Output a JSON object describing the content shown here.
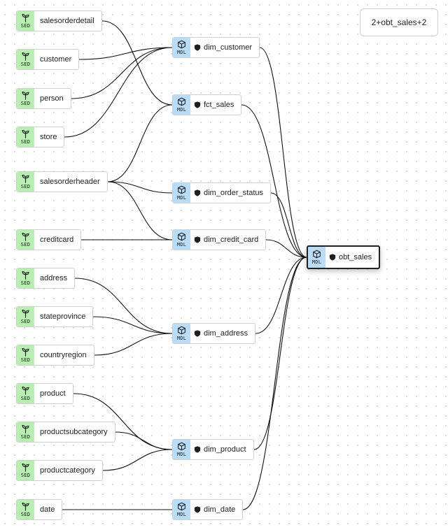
{
  "toolbar": {
    "lineage_filter": "2+obt_sales+2"
  },
  "badges": {
    "seed": "SED",
    "model": "MDL"
  },
  "seeds": [
    {
      "name": "salesorderdetail"
    },
    {
      "name": "customer"
    },
    {
      "name": "person"
    },
    {
      "name": "store"
    },
    {
      "name": "salesorderheader"
    },
    {
      "name": "creditcard"
    },
    {
      "name": "address"
    },
    {
      "name": "stateprovince"
    },
    {
      "name": "countryregion"
    },
    {
      "name": "product"
    },
    {
      "name": "productsubcategory"
    },
    {
      "name": "productcategory"
    },
    {
      "name": "date"
    }
  ],
  "models": [
    {
      "name": "dim_customer"
    },
    {
      "name": "fct_sales"
    },
    {
      "name": "dim_order_status"
    },
    {
      "name": "dim_credit_card"
    },
    {
      "name": "dim_address"
    },
    {
      "name": "dim_product"
    },
    {
      "name": "dim_date"
    }
  ],
  "target": {
    "name": "obt_sales"
  },
  "edges": [
    {
      "from": "salesorderdetail",
      "to": "fct_sales"
    },
    {
      "from": "customer",
      "to": "dim_customer"
    },
    {
      "from": "person",
      "to": "dim_customer"
    },
    {
      "from": "store",
      "to": "dim_customer"
    },
    {
      "from": "salesorderheader",
      "to": "fct_sales"
    },
    {
      "from": "salesorderheader",
      "to": "dim_order_status"
    },
    {
      "from": "salesorderheader",
      "to": "dim_credit_card"
    },
    {
      "from": "creditcard",
      "to": "dim_credit_card"
    },
    {
      "from": "address",
      "to": "dim_address"
    },
    {
      "from": "stateprovince",
      "to": "dim_address"
    },
    {
      "from": "countryregion",
      "to": "dim_address"
    },
    {
      "from": "product",
      "to": "dim_product"
    },
    {
      "from": "productsubcategory",
      "to": "dim_product"
    },
    {
      "from": "productcategory",
      "to": "dim_product"
    },
    {
      "from": "date",
      "to": "dim_date"
    },
    {
      "from": "dim_customer",
      "to": "obt_sales"
    },
    {
      "from": "fct_sales",
      "to": "obt_sales"
    },
    {
      "from": "dim_order_status",
      "to": "obt_sales"
    },
    {
      "from": "dim_credit_card",
      "to": "obt_sales"
    },
    {
      "from": "dim_address",
      "to": "obt_sales"
    },
    {
      "from": "dim_product",
      "to": "obt_sales"
    },
    {
      "from": "dim_date",
      "to": "obt_sales"
    }
  ]
}
